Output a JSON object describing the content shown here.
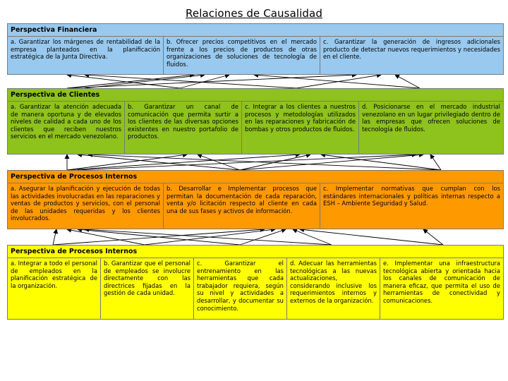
{
  "title": "Relaciones de Causalidad",
  "bands": [
    {
      "id": "financiera",
      "header": "Perspectiva Financiera",
      "color": "#99c9ee",
      "cells": [
        "a. Garantizar los márgenes de rentabilidad de la empresa planteados en la planificación estratégica de la Junta Directiva.",
        "b. Ofrecer precios competitivos en el mercado frente a los precios de productos de otras organizaciones de soluciones de tecnología de fluidos.",
        "c. Garantizar la generación de ingresos adicionales producto de detectar nuevos requerimientos y necesidades en el cliente."
      ]
    },
    {
      "id": "clientes",
      "header": "Perspectiva de Clientes",
      "color": "#8ec21c",
      "cells": [
        "a. Garantizar la atención adecuada de manera oportuna y de elevados niveles de calidad a cada uno de los clientes que reciben nuestros servicios en el mercado venezolano.",
        "b. Garantizar un canal de comunicación que permita surtir a los clientes de las diversas opciones existentes en nuestro portafolio de productos.",
        "c. Integrar a los clientes a nuestros procesos y metodologías utilizados en las reparaciones y fabricación de bombas y otros productos de fluidos.",
        "d. Posicionarse en el mercado industrial venezolano en un lugar privilegiado dentro de las empresas que ofrecen soluciones de tecnología de fluidos."
      ]
    },
    {
      "id": "procesos",
      "header": "Perspectiva de Procesos Internos",
      "color": "#ff9900",
      "cells": [
        "a. Asegurar la planificación y ejecución de todas las actividades involucradas en las reparaciones y ventas de productos y servicios, con el personal de las unidades requeridas y los clientes involucrados.",
        "b. Desarrollar e Implementar procesos que permitan la documentación de cada reparación, venta y/o licitación respecto al cliente en cada una de sus fases y activos de información.",
        "c. Implementar normativas que cumplan con los estándares internacionales y políticas internas respecto a ESH – Ambiente Seguridad y Salud."
      ]
    },
    {
      "id": "aprendizaje",
      "header": "Perspectiva de Procesos Internos",
      "color": "#ffff00",
      "cells": [
        "a. Integrar a todo el personal de empleados en la planificación estratégica de la organización.",
        "b. Garantizar que el personal de empleados se involucre directamente con las directrices fijadas en la gestión de cada unidad.",
        "c. Garantizar el entrenamiento en las herramientas que cada trabajador requiera, según su nivel y actividades a desarrollar, y documentar su conocimiento.",
        "d. Adecuar las herramientas tecnológicas a las nuevas actualizaciones, considerando inclusive los requerimientos internos y externos de la organización.",
        "e. Implementar una infraestructura tecnológica abierta y orientada hacia los canales de comunicación de manera eficaz, que permita el uso de herramientas de conectividad y comunicaciones."
      ]
    }
  ]
}
